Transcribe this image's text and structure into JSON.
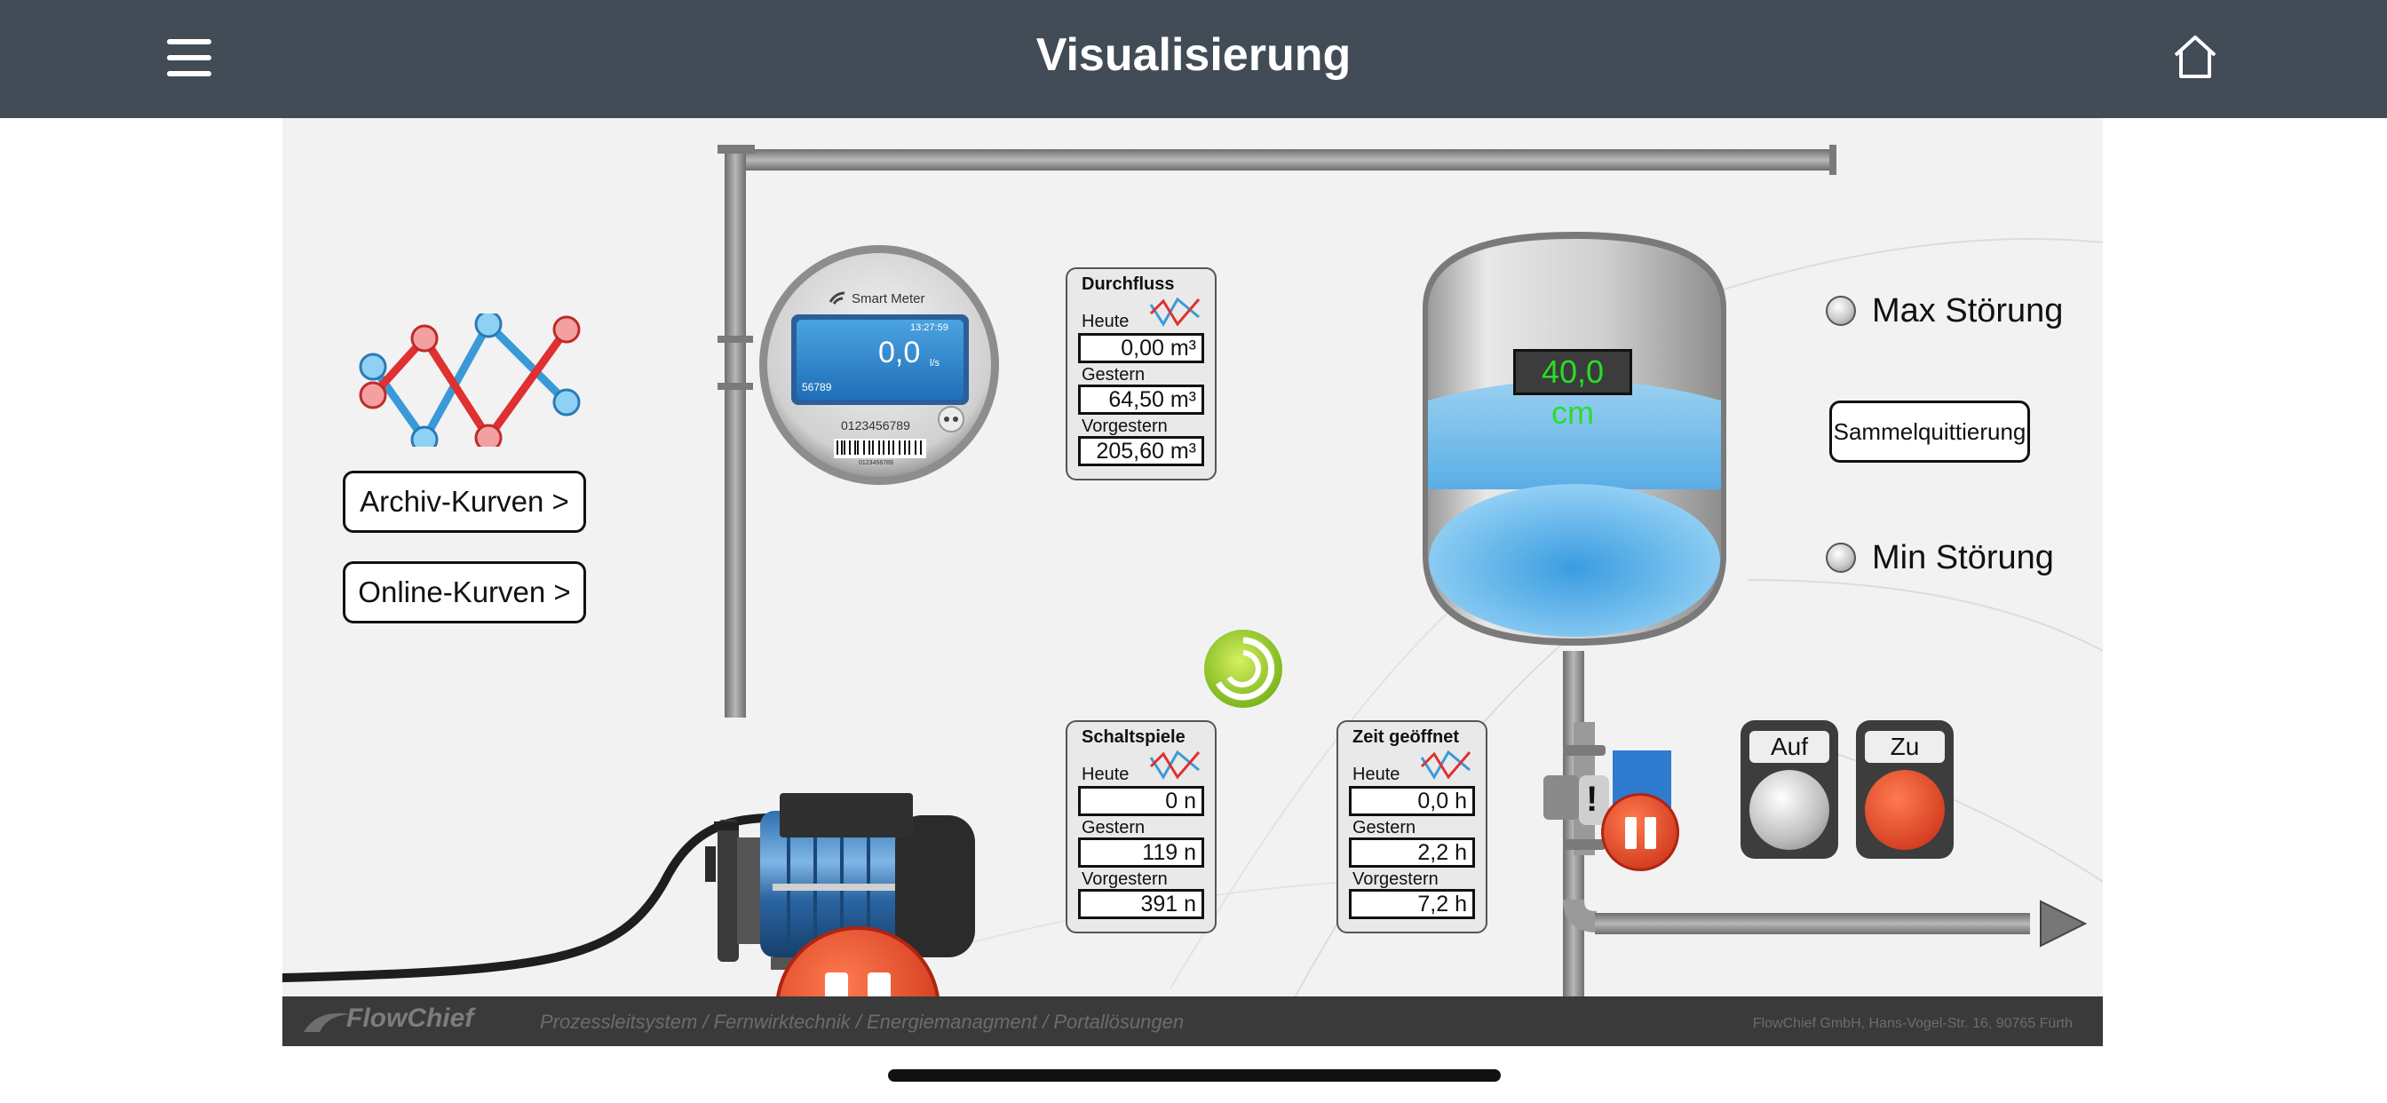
{
  "header": {
    "title": "Visualisierung",
    "menu_icon": "hamburger-menu-icon",
    "home_icon": "home-icon"
  },
  "left": {
    "trend_icon": "trend-curves-icon",
    "archive_button": "Archiv-Kurven >",
    "online_button": "Online-Kurven >"
  },
  "meter": {
    "brand": "Smart Meter",
    "time": "13:27:59",
    "value": "0,0",
    "unit": "l/s",
    "counter": "56789",
    "serial": "0123456789",
    "barcode_text": "0123456789"
  },
  "panels": {
    "durchfluss": {
      "title": "Durchfluss",
      "labels": [
        "Heute",
        "Gestern",
        "Vorgestern"
      ],
      "values": [
        "0,00 m³",
        "64,50 m³",
        "205,60 m³"
      ]
    },
    "schaltspiele": {
      "title": "Schaltspiele",
      "labels": [
        "Heute",
        "Gestern",
        "Vorgestern"
      ],
      "values": [
        "0 n",
        "119 n",
        "391 n"
      ]
    },
    "zeit": {
      "title": "Zeit geöffnet",
      "labels": [
        "Heute",
        "Gestern",
        "Vorgestern"
      ],
      "values": [
        "0,0 h",
        "2,2 h",
        "7,2 h"
      ]
    }
  },
  "tank": {
    "level_text": "40,0 cm",
    "level_color": "#2bdc2b"
  },
  "status": {
    "max_label": "Max Störung",
    "ack_button": "Sammelquittierung",
    "min_label": "Min Störung"
  },
  "valve_buttons": {
    "open_label": "Auf",
    "close_label": "Zu"
  },
  "footer": {
    "brand": "FlowChief",
    "tagline": "Prozessleitsystem / Fernwirktechnik / Energiemanagment / Portallösungen",
    "address": "FlowChief GmbH, Hans-Vogel-Str. 16, 90765 Fürth"
  },
  "colors": {
    "header_bg": "#424c57",
    "pump_stop": "#e0401f",
    "water": "#5bb7ee",
    "pipe": "#8a8a8a"
  }
}
